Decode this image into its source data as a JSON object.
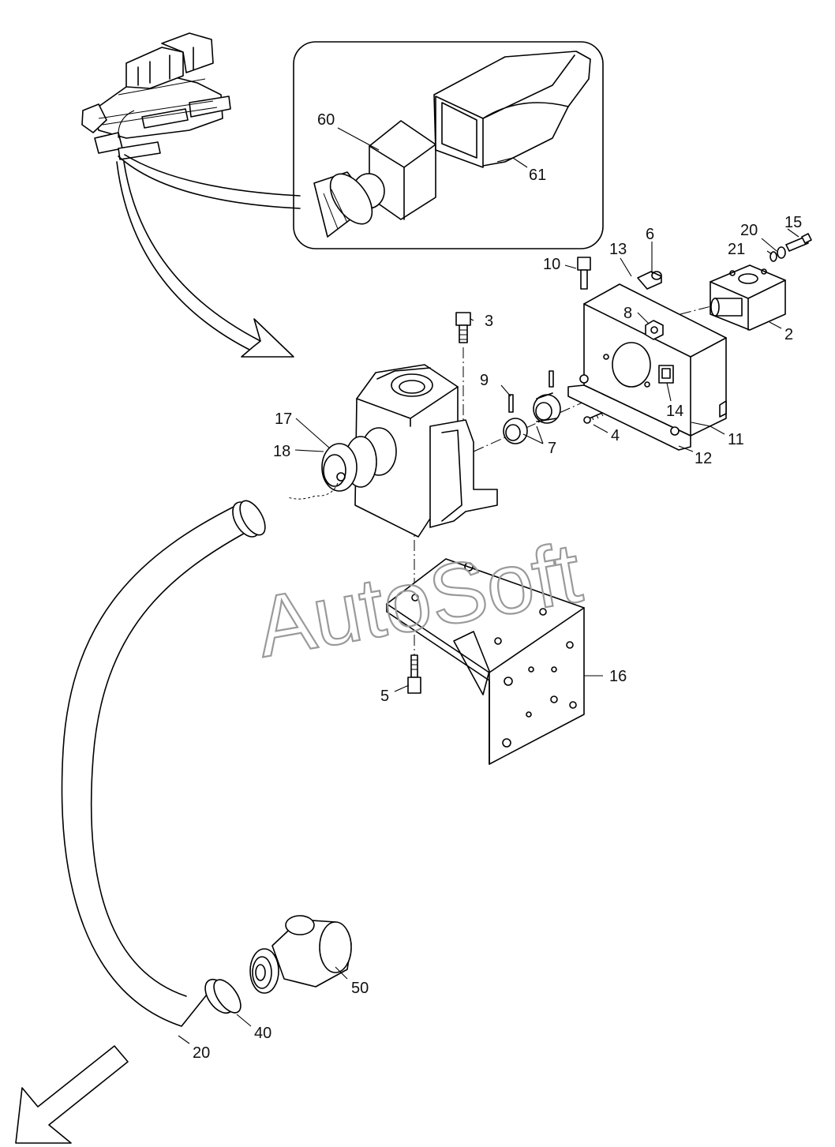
{
  "watermark": "AutoSoft",
  "callouts": {
    "c2": "2",
    "c3": "3",
    "c4": "4",
    "c5": "5",
    "c6": "6",
    "c7": "7",
    "c8": "8",
    "c9": "9",
    "c10": "10",
    "c11": "11",
    "c12": "12",
    "c13": "13",
    "c14": "14",
    "c15": "15",
    "c16": "16",
    "c17": "17",
    "c18": "18",
    "c20a": "20",
    "c20b": "20",
    "c21": "21",
    "c40": "40",
    "c50": "50",
    "c60": "60",
    "c61": "61"
  }
}
